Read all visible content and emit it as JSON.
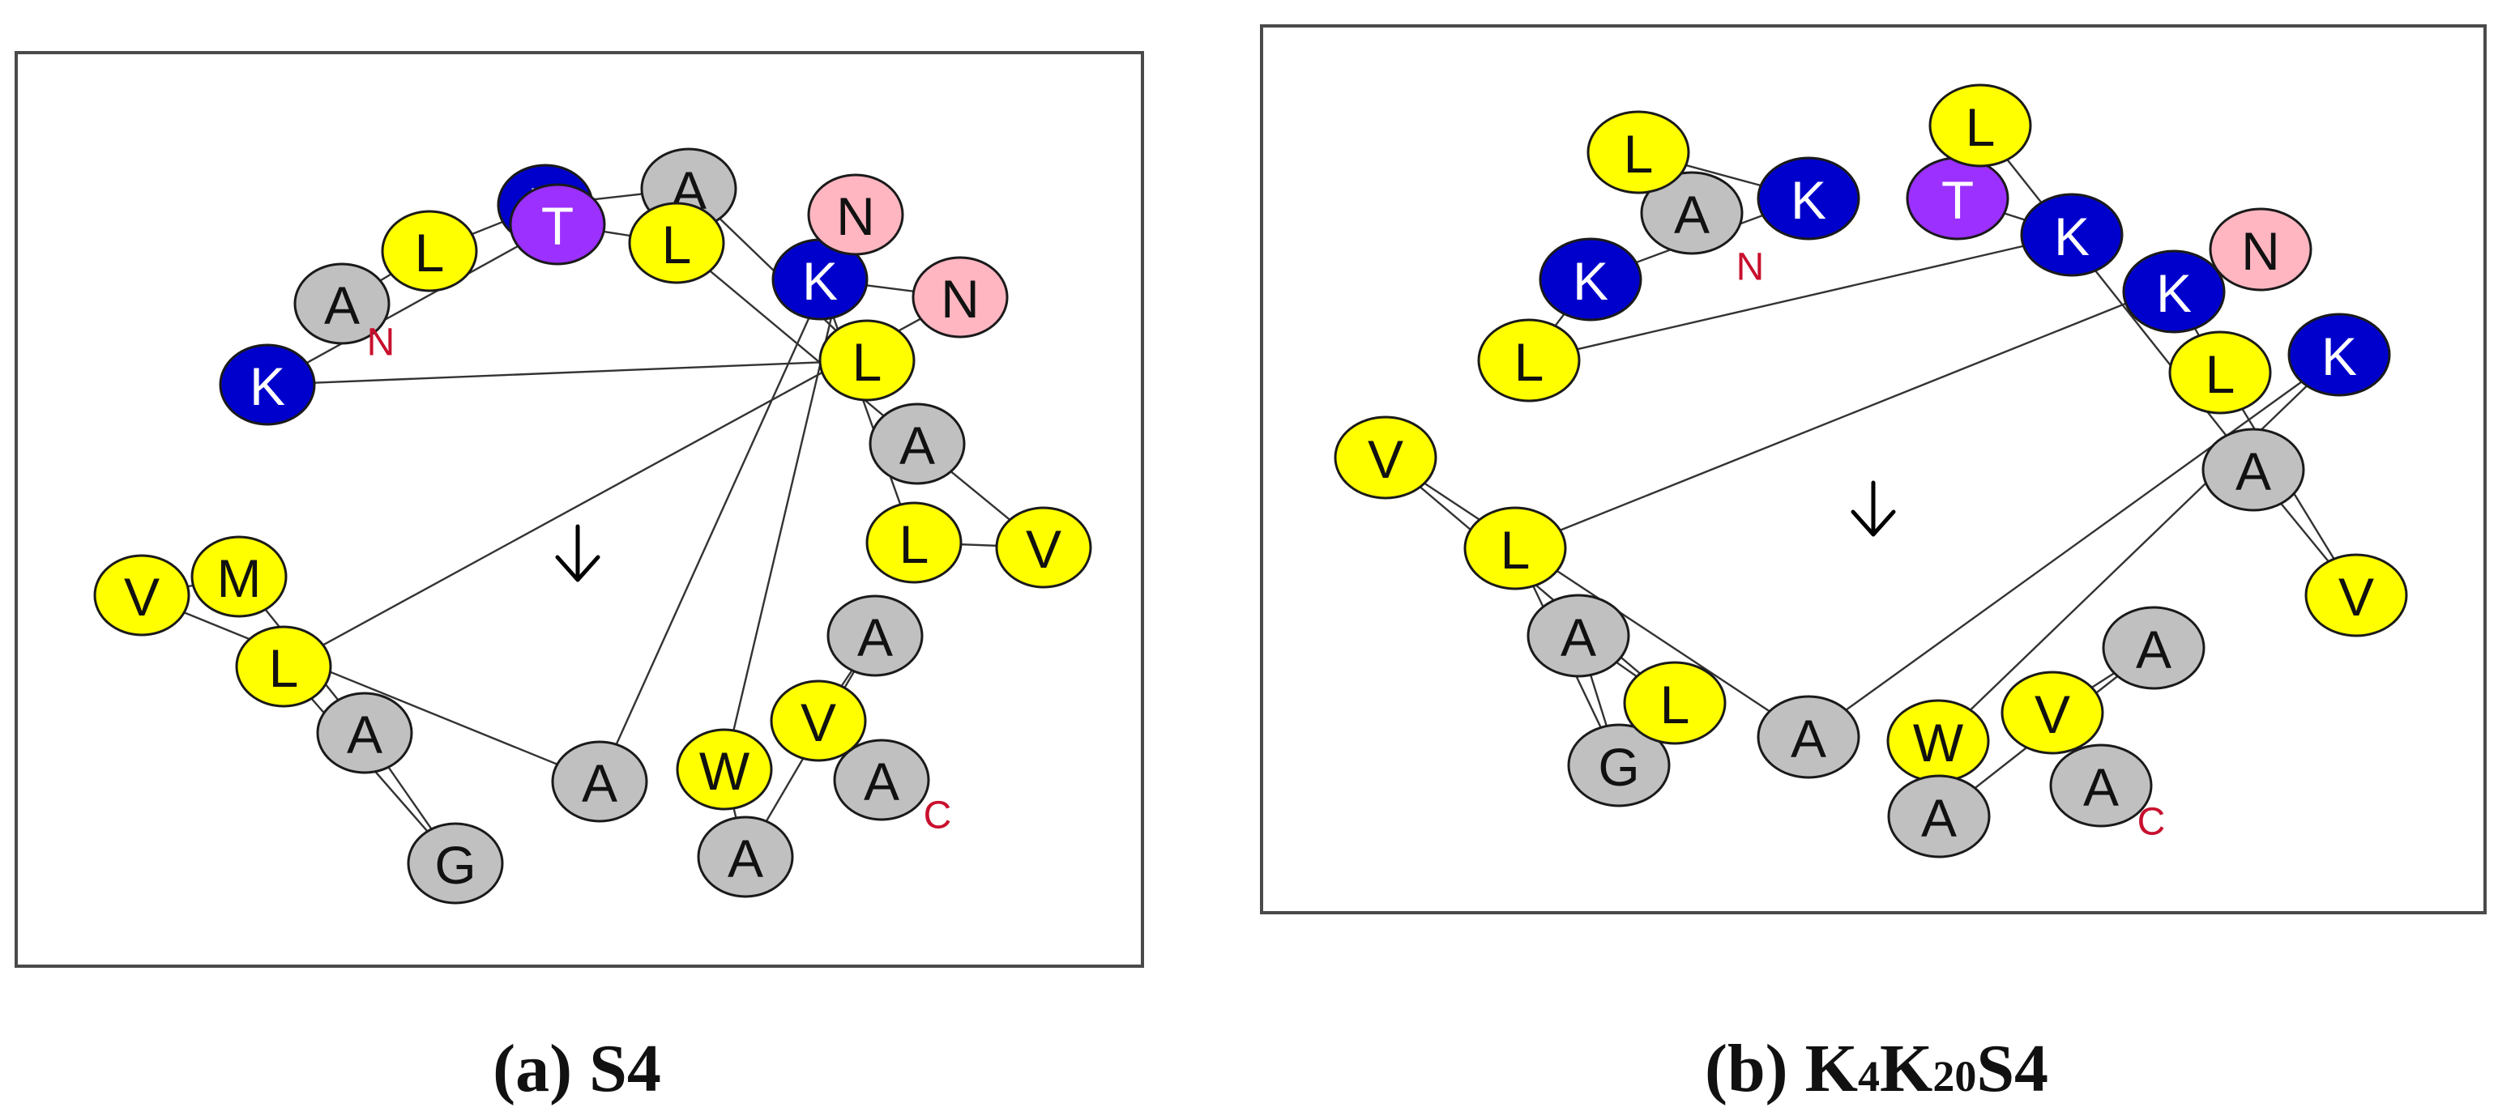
{
  "colors": {
    "hydrophobic": "#ffff00",
    "cationic": "#0000cc",
    "polar_threonine": "#9b30ff",
    "polar_asparagine": "#ffb6c1",
    "small": "#c0c0c0",
    "terminal_label": "#c8102e"
  },
  "panels": [
    {
      "id": "a",
      "caption_prefix": "(a) ",
      "caption_main": "S4",
      "caption_parts": [
        {
          "text": "(a) S4",
          "sub": false
        }
      ],
      "n_label": "N",
      "c_label": "C",
      "arrow_glyph": "↓",
      "residues": [
        {
          "aa": "A",
          "cls": "small"
        },
        {
          "aa": "L",
          "cls": "hydrophobic"
        },
        {
          "aa": "K",
          "cls": "cationic"
        },
        {
          "aa": "A",
          "cls": "small"
        },
        {
          "aa": "L",
          "cls": "hydrophobic"
        },
        {
          "aa": "K",
          "cls": "cationic"
        },
        {
          "aa": "T",
          "cls": "polar_threonine"
        },
        {
          "aa": "L",
          "cls": "hydrophobic"
        },
        {
          "aa": "A",
          "cls": "small"
        },
        {
          "aa": "V",
          "cls": "hydrophobic"
        },
        {
          "aa": "L",
          "cls": "hydrophobic"
        },
        {
          "aa": "K",
          "cls": "cationic"
        },
        {
          "aa": "N",
          "cls": "polar_asparagine"
        },
        {
          "aa": "L",
          "cls": "hydrophobic"
        },
        {
          "aa": "G",
          "cls": "small"
        },
        {
          "aa": "A",
          "cls": "small"
        },
        {
          "aa": "M",
          "cls": "hydrophobic"
        },
        {
          "aa": "V",
          "cls": "hydrophobic"
        },
        {
          "aa": "A",
          "cls": "small"
        },
        {
          "aa": "N",
          "cls": "polar_asparagine"
        },
        {
          "aa": "W",
          "cls": "hydrophobic"
        },
        {
          "aa": "A",
          "cls": "small"
        },
        {
          "aa": "A",
          "cls": "small"
        },
        {
          "aa": "V",
          "cls": "hydrophobic"
        },
        {
          "aa": "A",
          "cls": "small"
        }
      ]
    },
    {
      "id": "b",
      "caption_parts": [
        {
          "text": "(b) K",
          "sub": false
        },
        {
          "text": "4",
          "sub": true
        },
        {
          "text": "K",
          "sub": false
        },
        {
          "text": "20",
          "sub": true
        },
        {
          "text": "S4",
          "sub": false
        }
      ],
      "n_label": "N",
      "c_label": "C",
      "arrow_glyph": "↓",
      "residues": [
        {
          "aa": "A",
          "cls": "small"
        },
        {
          "aa": "L",
          "cls": "hydrophobic"
        },
        {
          "aa": "K",
          "cls": "cationic"
        },
        {
          "aa": "K",
          "cls": "cationic"
        },
        {
          "aa": "L",
          "cls": "hydrophobic"
        },
        {
          "aa": "K",
          "cls": "cationic"
        },
        {
          "aa": "T",
          "cls": "polar_threonine"
        },
        {
          "aa": "L",
          "cls": "hydrophobic"
        },
        {
          "aa": "A",
          "cls": "small"
        },
        {
          "aa": "V",
          "cls": "hydrophobic"
        },
        {
          "aa": "L",
          "cls": "hydrophobic"
        },
        {
          "aa": "K",
          "cls": "cationic"
        },
        {
          "aa": "N",
          "cls": "polar_asparagine"
        },
        {
          "aa": "L",
          "cls": "hydrophobic"
        },
        {
          "aa": "G",
          "cls": "small"
        },
        {
          "aa": "A",
          "cls": "small"
        },
        {
          "aa": "L",
          "cls": "hydrophobic"
        },
        {
          "aa": "V",
          "cls": "hydrophobic"
        },
        {
          "aa": "A",
          "cls": "small"
        },
        {
          "aa": "K",
          "cls": "cationic"
        },
        {
          "aa": "W",
          "cls": "hydrophobic"
        },
        {
          "aa": "A",
          "cls": "small"
        },
        {
          "aa": "A",
          "cls": "small"
        },
        {
          "aa": "V",
          "cls": "hydrophobic"
        },
        {
          "aa": "A",
          "cls": "small"
        }
      ]
    }
  ]
}
